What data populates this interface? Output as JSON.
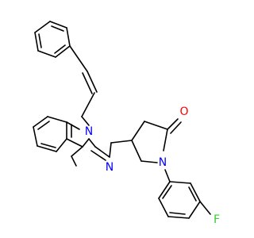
{
  "molecule": {
    "atoms": [
      {
        "symbol": "N",
        "color": "#0000ff",
        "role": "imidazole-n1"
      },
      {
        "symbol": "N",
        "color": "#0000ff",
        "role": "imidazole-n3"
      },
      {
        "symbol": "N",
        "color": "#0000ff",
        "role": "lactam-n"
      },
      {
        "symbol": "O",
        "color": "#ff0000",
        "role": "carbonyl-o"
      },
      {
        "symbol": "F",
        "color": "#33cc33",
        "role": "fluoro"
      }
    ],
    "bond_color": "#000000"
  }
}
